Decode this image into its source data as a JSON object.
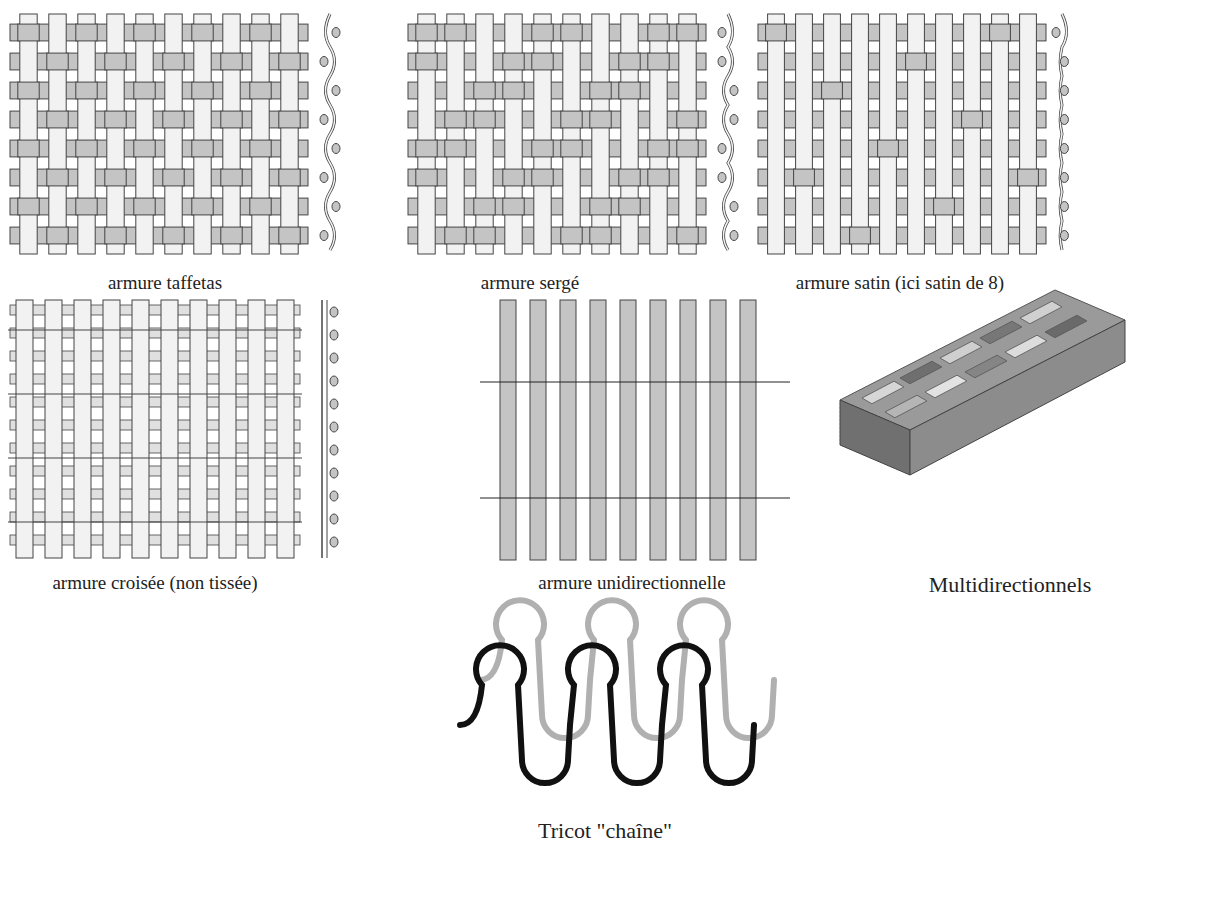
{
  "diagram": {
    "labels": [
      "armure taffetas",
      "armure sergé",
      "armure satin (ici satin de 8)",
      "armure croisée (non tissée)",
      "armure unidirectionnelle",
      "Multidirectionnels",
      "Tricot \"chaîne\""
    ]
  }
}
